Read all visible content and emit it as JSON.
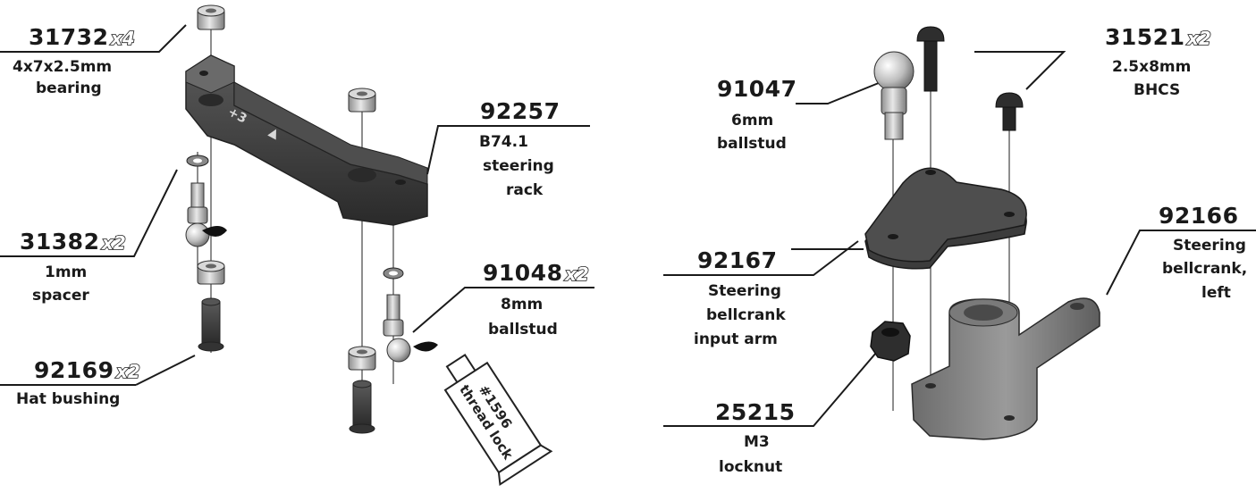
{
  "parts": {
    "p31732": {
      "number": "31732",
      "qty": "x4",
      "desc": [
        "4x7x2.5mm",
        "bearing"
      ]
    },
    "p92257": {
      "number": "92257",
      "desc": [
        "B74.1",
        "steering",
        "rack"
      ]
    },
    "p31382": {
      "number": "31382",
      "qty": "x2",
      "desc": [
        "1mm",
        "spacer"
      ]
    },
    "p91048": {
      "number": "91048",
      "qty": "x2",
      "desc": [
        "8mm",
        "ballstud"
      ]
    },
    "p92169": {
      "number": "92169",
      "qty": "x2",
      "desc": [
        "Hat bushing"
      ]
    },
    "p91047": {
      "number": "91047",
      "desc": [
        "6mm",
        "ballstud"
      ]
    },
    "p31521": {
      "number": "31521",
      "qty": "x2",
      "desc": [
        "2.5x8mm",
        "BHCS"
      ]
    },
    "p92167": {
      "number": "92167",
      "desc": [
        "Steering",
        "bellcrank",
        "input arm"
      ]
    },
    "p92166": {
      "number": "92166",
      "desc": [
        "Steering",
        "bellcrank,",
        "left"
      ]
    },
    "p25215": {
      "number": "25215",
      "desc": [
        "M3",
        "locknut"
      ]
    }
  },
  "thread_lock_tube": {
    "lines": [
      "#1596",
      "thread lock"
    ]
  },
  "rack_markings": {
    "plus": "+3",
    "arrow": "▲"
  },
  "colors": {
    "part_dark": "#3a3a3a",
    "part_mid": "#555555",
    "metal": "#bdbdbd",
    "ink": "#1a1a1a"
  }
}
